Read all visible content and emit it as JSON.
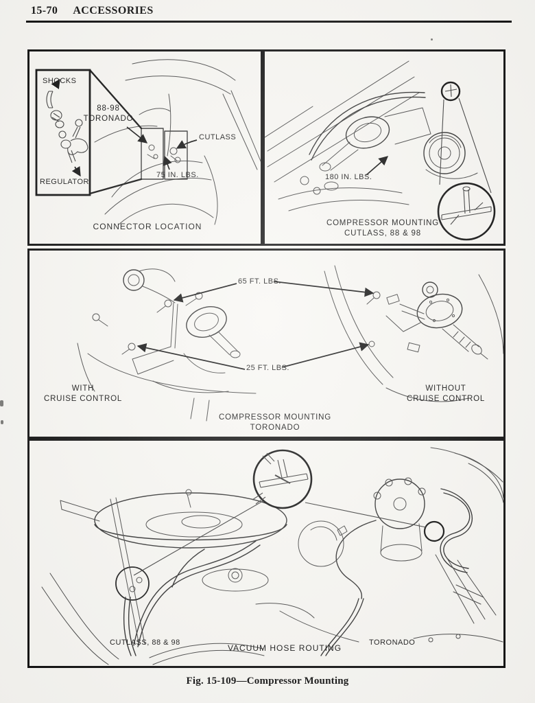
{
  "page": {
    "header": {
      "section_number": "15-70",
      "section_title": "ACCESSORIES"
    },
    "figure_caption": "Fig. 15-109—Compressor Mounting"
  },
  "panels": {
    "connector_location": {
      "caption": "CONNECTOR LOCATION",
      "inset": {
        "top_label": "SHOCKS",
        "bottom_label": "REGULATOR"
      },
      "labels": {
        "toronado_line1": "88-98",
        "toronado_line2": "TORONADO",
        "cutlass": "CUTLASS",
        "torque": "75 IN. LBS."
      }
    },
    "compressor_mounting_cutlass": {
      "caption_line1": "COMPRESSOR MOUNTING",
      "caption_line2": "CUTLASS, 88 & 98",
      "labels": {
        "torque": "180 IN. LBS."
      }
    },
    "compressor_mounting_toronado": {
      "caption_line1": "COMPRESSOR MOUNTING",
      "caption_line2": "TORONADO",
      "labels": {
        "torque_upper": "65 FT. LBS.",
        "torque_lower": "25 FT. LBS.",
        "left_variant_line1": "WITH",
        "left_variant_line2": "CRUISE CONTROL",
        "right_variant_line1": "WITHOUT",
        "right_variant_line2": "CRUISE CONTROL"
      }
    },
    "vacuum_hose_routing": {
      "caption": "VACUUM HOSE ROUTING",
      "left_label": "CUTLASS, 88 & 98",
      "right_label": "TORONADO"
    }
  },
  "colors": {
    "paper": "#f8f7f3",
    "ink": "#0d0d0d",
    "sketch": "#454545"
  }
}
